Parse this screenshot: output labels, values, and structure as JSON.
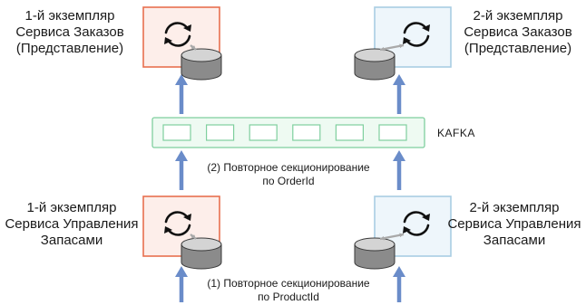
{
  "colors": {
    "red_box_stroke": "#e8704f",
    "red_box_fill": "#fdeeea",
    "blue_box_stroke": "#a9cde3",
    "blue_box_fill": "#eef6fb",
    "kafka_stroke": "#7fcf9e",
    "kafka_fill": "#eefaf2",
    "arrow": "#6a8cc9",
    "db_fill": "#8b8b8b",
    "db_top": "#d4d4d4",
    "link_arrow": "#a9a9a9"
  },
  "icons": {
    "sync": "sync-icon",
    "database": "database-icon"
  },
  "top_left": {
    "lines": [
      "1-й экземпляр",
      "Сервиса Заказов",
      "(Представление)"
    ]
  },
  "top_right": {
    "lines": [
      "2-й экземпляр",
      "Сервиса Заказов",
      "(Представление)"
    ]
  },
  "bottom_left": {
    "lines": [
      "1-й экземпляр",
      "Сервиса Управления",
      "Запасами"
    ]
  },
  "bottom_right": {
    "lines": [
      "2-й экземпляр",
      "Сервиса Управления",
      "Запасами"
    ]
  },
  "kafka": {
    "label": "KAFKA",
    "partitions": 6
  },
  "repartition_2": {
    "lines": [
      "(2) Повторное секционирование",
      "по OrderId"
    ]
  },
  "repartition_1": {
    "lines": [
      "(1) Повторное секционирование",
      "по ProductId"
    ]
  }
}
